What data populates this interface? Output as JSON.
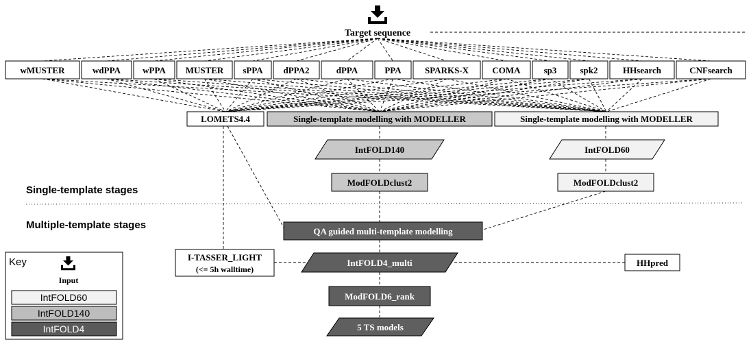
{
  "input_icon": "download-icon",
  "target": "Target sequence",
  "methods": [
    "wMUSTER",
    "wdPPA",
    "wPPA",
    "MUSTER",
    "sPPA",
    "dPPA2",
    "dPPA",
    "PPA",
    "SPARKS-X",
    "COMA",
    "sp3",
    "spk2",
    "HHsearch",
    "CNFsearch"
  ],
  "lomets": "LOMETS4.4",
  "modeller_140": "Single-template modelling with MODELLER",
  "modeller_60": "Single-template modelling with MODELLER",
  "intfold140": "IntFOLD140",
  "intfold60": "IntFOLD60",
  "modfoldclust2_140": "ModFOLDclust2",
  "modfoldclust2_60": "ModFOLDclust2",
  "stage_single": "Single-template stages",
  "stage_multi": "Multiple-template stages",
  "qa_guided": "QA guided multi-template modelling",
  "itasser_line1": "I-TASSER_LIGHT",
  "itasser_line2": "(<= 5h walltime)",
  "intfold4_multi": "IntFOLD4_multi",
  "hhpred": "HHpred",
  "modfold6_rank": "ModFOLD6_rank",
  "ts_models": "5 TS models",
  "key": {
    "title": "Key",
    "input_label": "Input",
    "items": [
      {
        "label": "IntFOLD60",
        "color": "#f2f2f2"
      },
      {
        "label": "IntFOLD140",
        "color": "#bdbdbd"
      },
      {
        "label": "IntFOLD4",
        "color": "#5a5a5a"
      }
    ]
  },
  "colors": {
    "light": "#f2f2f2",
    "medium": "#c8c8c8",
    "dark": "#5f5f5f",
    "white": "#ffffff"
  }
}
